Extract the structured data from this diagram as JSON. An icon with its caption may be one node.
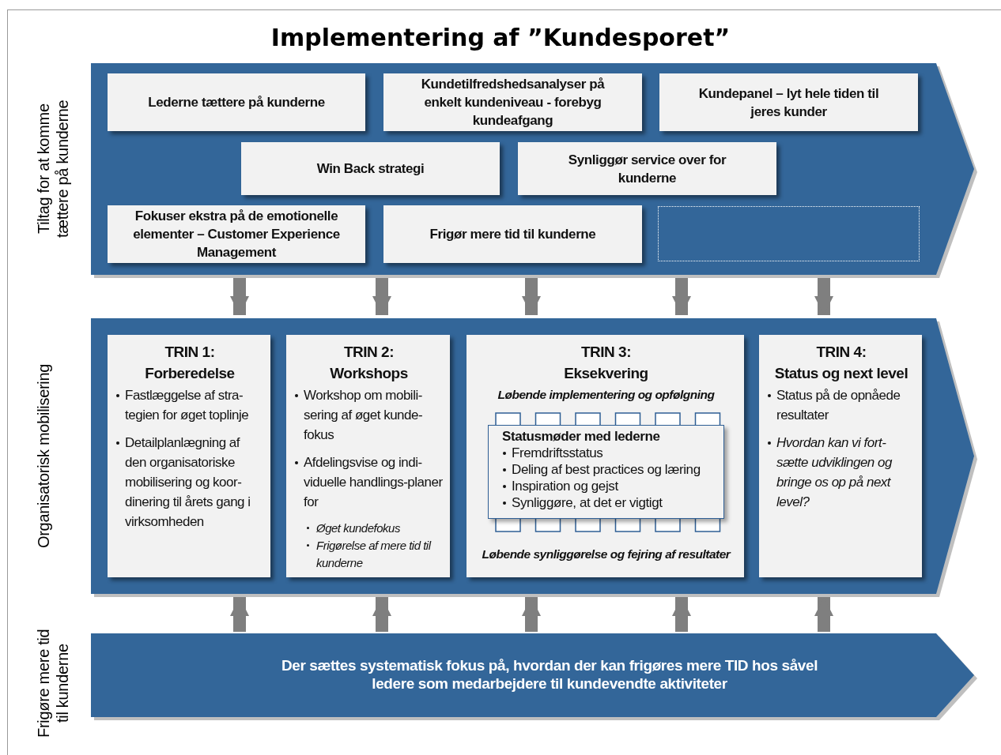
{
  "diagram": {
    "title": "Implementering af ”Kundesporet”",
    "nodes": [
      {
        "text": [
          "Tiltag for at komme tættere på kunderne"
        ]
      },
      {
        "text": [
          "Lederne tættere på kunderne"
        ],
        "in": 0
      },
      {
        "text": [
          "Kundetilfredshedsanalyser på enkelt kundeniveau - forebyg kundeafgang"
        ],
        "in": 0
      },
      {
        "text": [
          "Kundepanel – lyt hele tiden til jeres kunder"
        ],
        "in": 0
      },
      {
        "text": [
          "Win Back strategi"
        ],
        "in": 0
      },
      {
        "text": [
          "Synliggør service over for kunderne"
        ],
        "in": 0
      },
      {
        "text": [
          "Fokuser ekstra på de emotionelle elementer – Customer Experience Management"
        ],
        "in": 0
      },
      {
        "text": [
          "Frigør mere tid til kunderne"
        ],
        "in": 0
      },
      {
        "text": [],
        "shape": "box",
        "in": 0
      },
      {
        "text": [
          "Organisatorisk mobilisering"
        ]
      },
      {
        "text": [
          "TRIN 1:",
          "Forberedelse",
          "Fastlæggelse af stra-tegien for øget toplinje",
          "Detailplanlægning af den organisatoriske mobilisering og koor-dinering til årets gang i virksomheden"
        ],
        "in": 9
      },
      {
        "text": [
          "TRIN 2:",
          "Workshops",
          "Workshop om mobili-sering af øget kunde-fokus",
          "Afdelingsvise og indi-viduelle handlings-planer for",
          "Øget kundefokus",
          "Frigørelse af mere tid til kunderne"
        ],
        "in": 9
      },
      {
        "text": [
          "TRIN 3:",
          "Eksekvering",
          "Løbende implementering og opfølgning",
          "Løbende synliggørelse og fejring af resultater"
        ],
        "in": 9
      },
      {
        "text": [
          "Statusmøder med lederne",
          "Fremdriftsstatus",
          "Deling af best practices og læring",
          "Inspiration og gejst",
          "Synliggøre, at det er vigtigt"
        ],
        "in": 12
      },
      {
        "text": [
          "TRIN 4:",
          "Status og next level",
          "Status på de opnåede resultater",
          "Hvordan kan vi fort-sætte udviklingen og bringe os op på next level?"
        ],
        "in": 9
      },
      {
        "text": [
          "Frigøre mere tid til kunderne",
          "Der sættes systematisk fokus på, hvordan der kan frigøres mere TID hos såvel ledere som medarbejdere til kundevendte aktiviteter"
        ]
      }
    ],
    "edges": [
      {
        "from": 0,
        "to": 9,
        "arrow": "to"
      },
      {
        "from": 0,
        "to": 9,
        "arrow": "to"
      },
      {
        "from": 0,
        "to": 9,
        "arrow": "to"
      },
      {
        "from": 0,
        "to": 9,
        "arrow": "to"
      },
      {
        "from": 0,
        "to": 9,
        "arrow": "to"
      },
      {
        "from": 15,
        "to": 9,
        "arrow": "to"
      },
      {
        "from": 15,
        "to": 9,
        "arrow": "to"
      },
      {
        "from": 15,
        "to": 9,
        "arrow": "to"
      },
      {
        "from": 15,
        "to": 9,
        "arrow": "to"
      },
      {
        "from": 15,
        "to": 9,
        "arrow": "to"
      }
    ]
  }
}
